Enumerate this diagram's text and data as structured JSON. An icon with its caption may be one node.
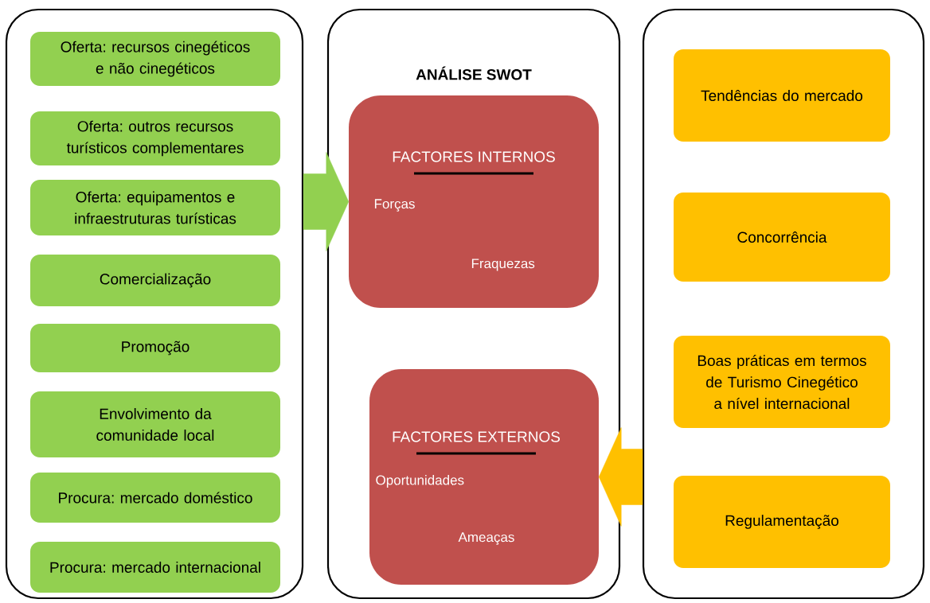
{
  "diagram": {
    "nodes": [
      {
        "text": [],
        "shape": "box"
      },
      {
        "text": [
          "Oferta: recursos cinegéticos e não cinegéticos"
        ],
        "in": 0
      },
      {
        "text": [
          "Oferta: outros recursos turísticos complementares"
        ],
        "in": 0
      },
      {
        "text": [
          "Oferta: equipamentos e infraestruturas turísticas"
        ],
        "in": 0
      },
      {
        "text": [
          "Comercialização"
        ],
        "in": 0
      },
      {
        "text": [
          "Promoção"
        ],
        "in": 0
      },
      {
        "text": [
          "Envolvimento da comunidade local"
        ],
        "in": 0
      },
      {
        "text": [
          "Procura: mercado doméstico"
        ],
        "in": 0
      },
      {
        "text": [
          "Procura: mercado internacional"
        ],
        "in": 0
      },
      {
        "text": [
          "ANÁLISE SWOT"
        ]
      },
      {
        "text": [
          "FACTORES INTERNOS",
          "Forças",
          "Fraquezas"
        ],
        "in": 9
      },
      {
        "text": [
          "FACTORES EXTERNOS",
          "Oportunidades",
          "Ameaças"
        ],
        "in": 9
      },
      {
        "text": [],
        "shape": "box"
      },
      {
        "text": [
          "Tendências do mercado"
        ],
        "in": 12
      },
      {
        "text": [
          "Concorrência"
        ],
        "in": 12
      },
      {
        "text": [
          "Boas práticas em termos de Turismo Cinegético a nível internacional"
        ],
        "in": 12
      },
      {
        "text": [
          "Regulamentação"
        ],
        "in": 12
      }
    ],
    "edges": [
      {
        "from": 0,
        "to": 10,
        "arrow": "to",
        "style": "thick",
        "color": "#92d050"
      },
      {
        "from": 12,
        "to": 11,
        "arrow": "to",
        "style": "thick",
        "color": "#ffc000"
      }
    ]
  }
}
